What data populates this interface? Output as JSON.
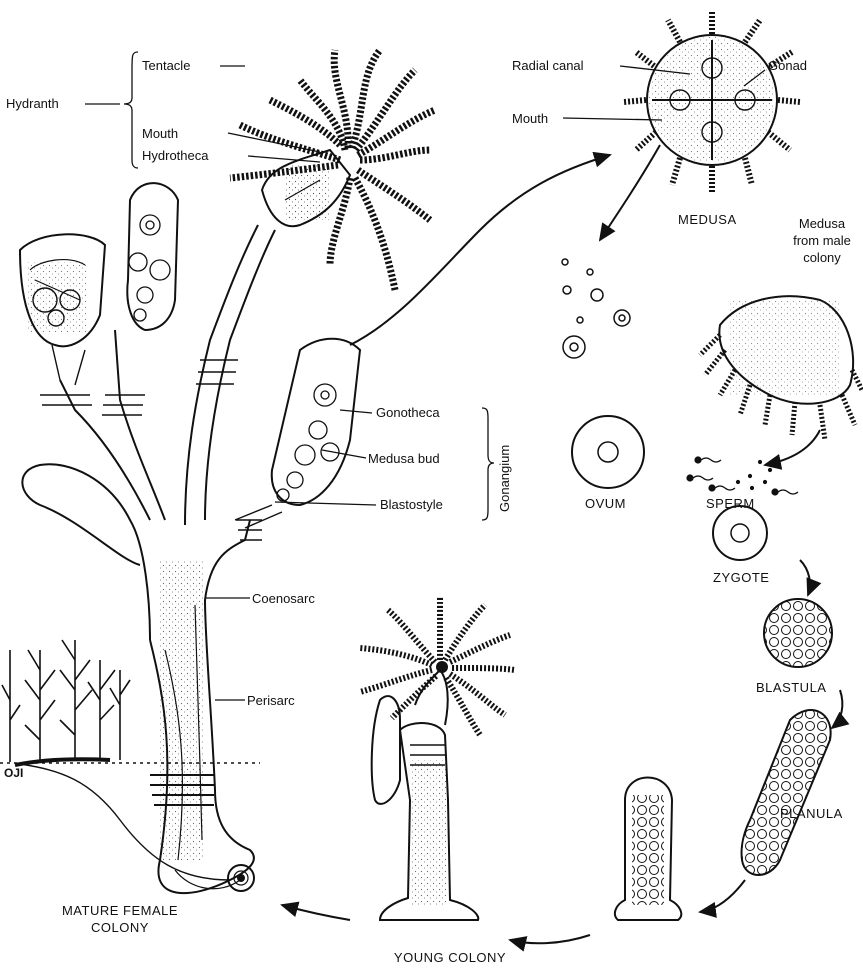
{
  "labels": {
    "hydranth": "Hydranth",
    "tentacle": "Tentacle",
    "mouth_polyp": "Mouth",
    "hydrotheca": "Hydrotheca",
    "radial_canal": "Radial canal",
    "gonad": "Gonad",
    "mouth_medusa": "Mouth",
    "medusa": "MEDUSA",
    "medusa_male_1": "Medusa",
    "medusa_male_2": "from male",
    "medusa_male_3": "colony",
    "gonotheca": "Gonotheca",
    "medusa_bud": "Medusa bud",
    "blastostyle": "Blastostyle",
    "gonangium": "Gonangium",
    "ovum": "OVUM",
    "sperm": "SPERM",
    "zygote": "ZYGOTE",
    "blastula": "BLASTULA",
    "planula": "PLANULA",
    "coenosarc": "Coenosarc",
    "perisarc": "Perisarc",
    "oji": "OJI",
    "mature_1": "MATURE  FEMALE",
    "mature_2": "COLONY",
    "young_colony": "YOUNG  COLONY"
  },
  "colors": {
    "ink": "#111111",
    "background": "#ffffff"
  }
}
